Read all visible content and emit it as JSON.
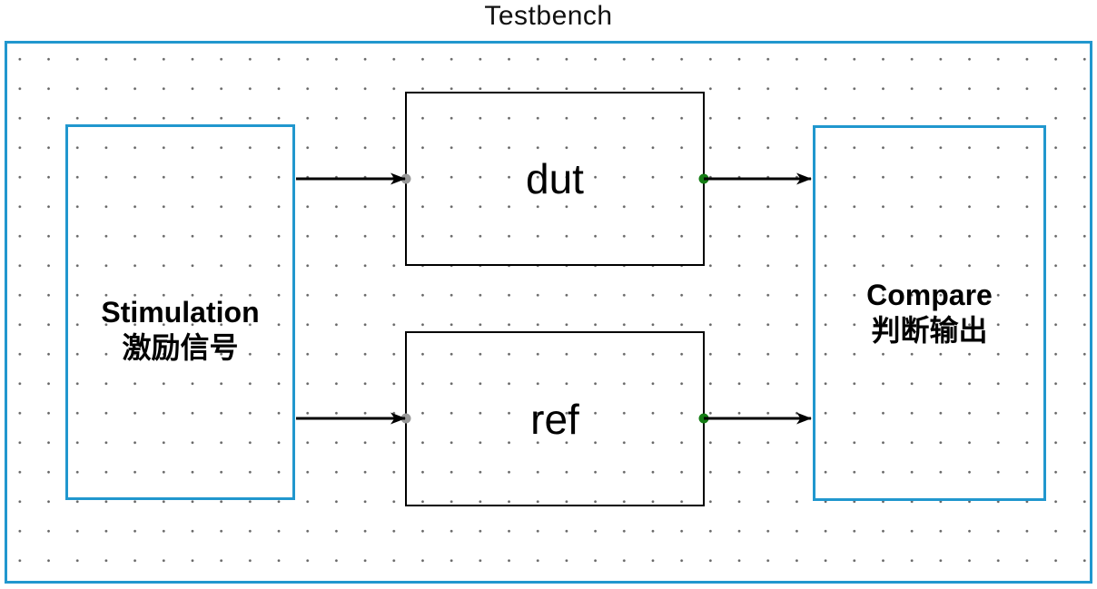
{
  "title": "Testbench",
  "diagram": {
    "stimulation": {
      "line1": "Stimulation",
      "line2": "激励信号"
    },
    "dut": {
      "label": "dut"
    },
    "ref": {
      "label": "ref"
    },
    "compare": {
      "line1": "Compare",
      "line2": "判断输出"
    }
  },
  "colors": {
    "accent_blue": "#2197CE",
    "port_input_gray": "#999999",
    "port_output_green": "#157D15",
    "wire_black": "#000000",
    "grid_dot": "#666666"
  }
}
